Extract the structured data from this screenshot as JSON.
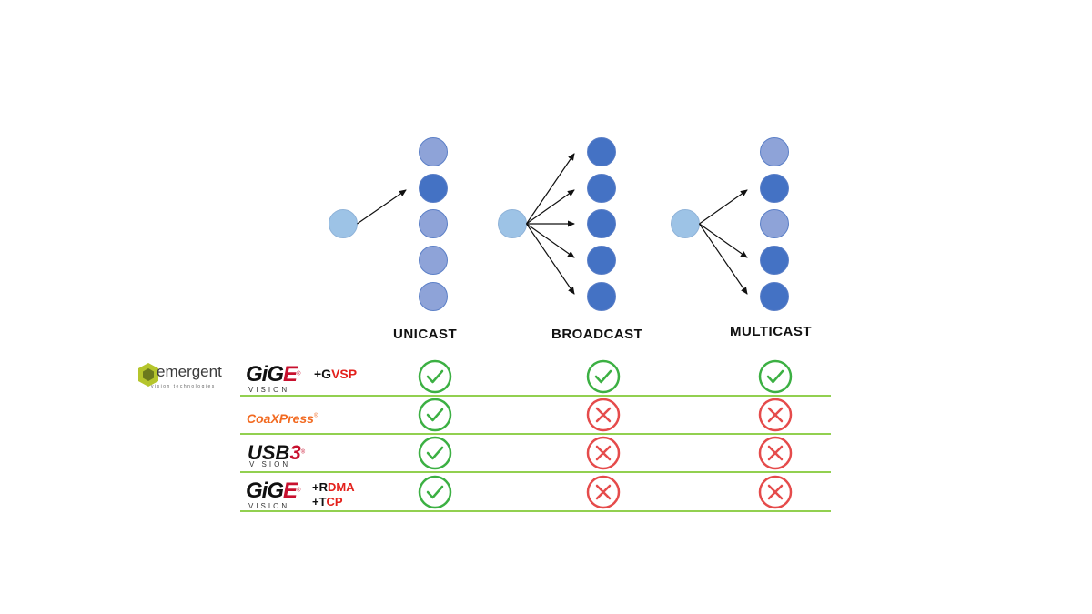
{
  "columns": [
    {
      "key": "unicast",
      "label": "UNICAST"
    },
    {
      "key": "broadcast",
      "label": "BROADCAST"
    },
    {
      "key": "multicast",
      "label": "MULTICAST"
    }
  ],
  "logo": {
    "name": "emergent",
    "tagline": "vision technologies"
  },
  "rows": [
    {
      "protocol": "GigE Vision",
      "suffix_plain": "+G",
      "suffix_red": "VSP",
      "unicast": true,
      "broadcast": true,
      "multicast": true
    },
    {
      "protocol": "CoaXPress",
      "unicast": true,
      "broadcast": false,
      "multicast": false
    },
    {
      "protocol": "USB3 Vision",
      "unicast": true,
      "broadcast": false,
      "multicast": false
    },
    {
      "protocol": "GigE Vision",
      "suffix_line1_plain": "+R",
      "suffix_line1_red": "DMA",
      "suffix_line2_plain": "+T",
      "suffix_line2_red": "CP",
      "unicast": true,
      "broadcast": false,
      "multicast": false
    }
  ],
  "logo_text": {
    "gig": "GiG",
    "e": "E",
    "vision": "VISION",
    "coax": "CoaXPress",
    "usb": "USB",
    "three": "3"
  },
  "colors": {
    "node_dark": "#4472c4",
    "node_mid": "#8ea3d8",
    "node_light": "#9dc3e6",
    "check": "#3cb043",
    "cross": "#e54b4b",
    "divider": "#92d050"
  }
}
